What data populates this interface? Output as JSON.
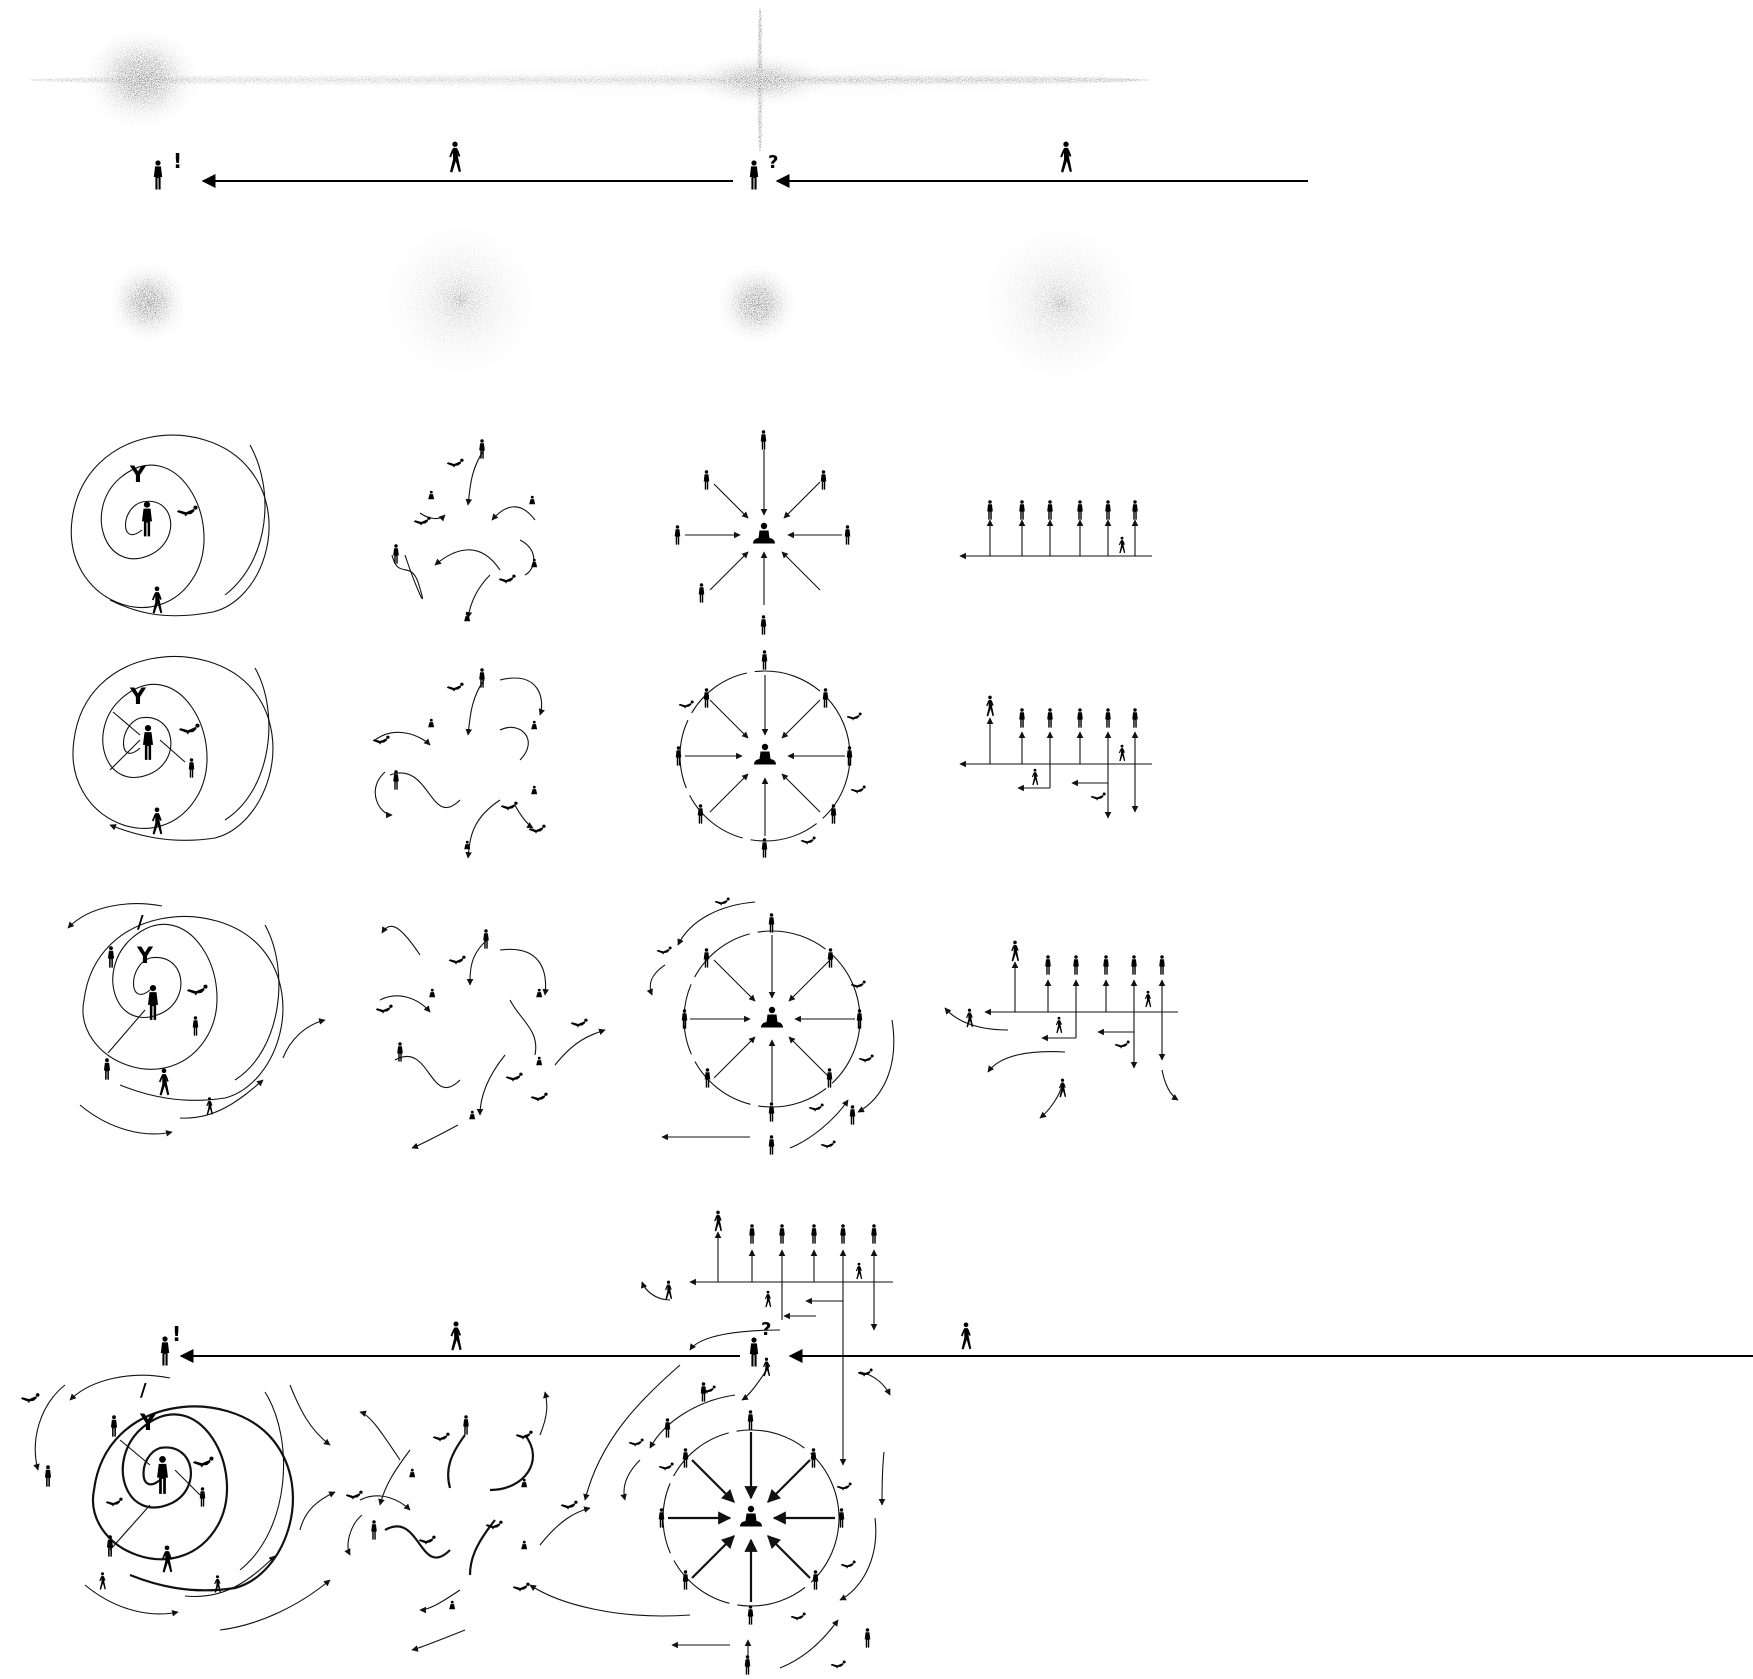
{
  "timeline_top": {
    "start_marker": "!",
    "mid_marker": "?"
  },
  "timeline_bottom": {
    "start_marker": "!",
    "mid_marker": "?"
  },
  "icons": {
    "person": "standing-person-icon",
    "walker": "walking-person-icon",
    "seated": "meditating-person-icon",
    "leaper": "leaping-person-icon",
    "crouch": "crouching-person-icon"
  },
  "colors": {
    "ink": "#111111",
    "background": "#ffffff"
  },
  "columns": [
    "spiral",
    "scatter",
    "radial",
    "comb"
  ]
}
